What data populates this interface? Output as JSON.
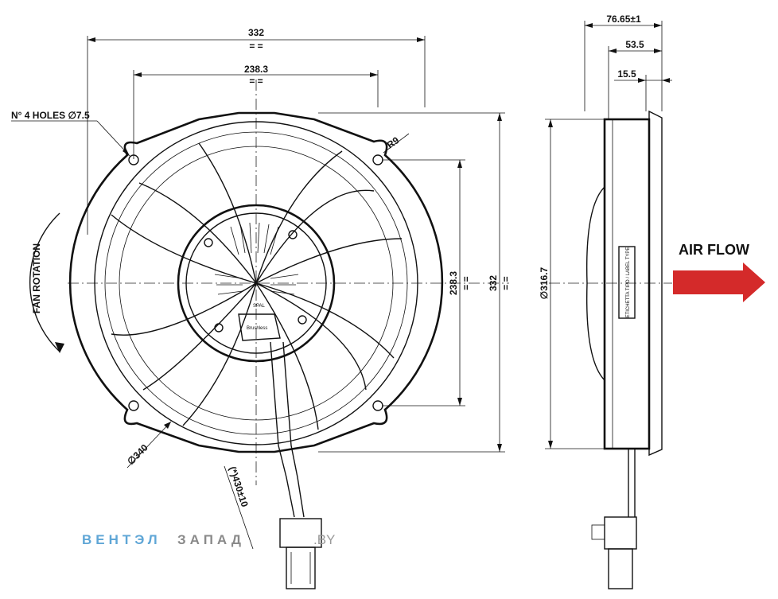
{
  "front_view": {
    "width_outer": "332",
    "width_holes": "238.3",
    "holes_note": "N° 4 HOLES ∅7.5",
    "corner_radius": "R9",
    "height_holes": "238.3",
    "height_outer": "332",
    "ring_diameter": "∅340",
    "cable_length": "(*)430±10",
    "rotation_label": "FAN ROTATION",
    "equal_mark": "= =",
    "motor_text_1": "SPAL",
    "motor_text_2": "Brushless"
  },
  "side_view": {
    "depth_total": "76.65±1",
    "depth_mid": "53.5",
    "depth_flange": "15.5",
    "diameter": "∅316.7",
    "label_text": "ETICHETTA TIPO / LABEL TYPE",
    "airflow_label": "AIR FLOW"
  },
  "brand": {
    "part1": "ВЕНТЭЛ",
    "part2": "ЗАПАД",
    "part3": ".BY"
  },
  "colors": {
    "arrow": "#d42a2a",
    "brand_blue": "#5fa6d6",
    "brand_gray": "#8a8a8a"
  }
}
